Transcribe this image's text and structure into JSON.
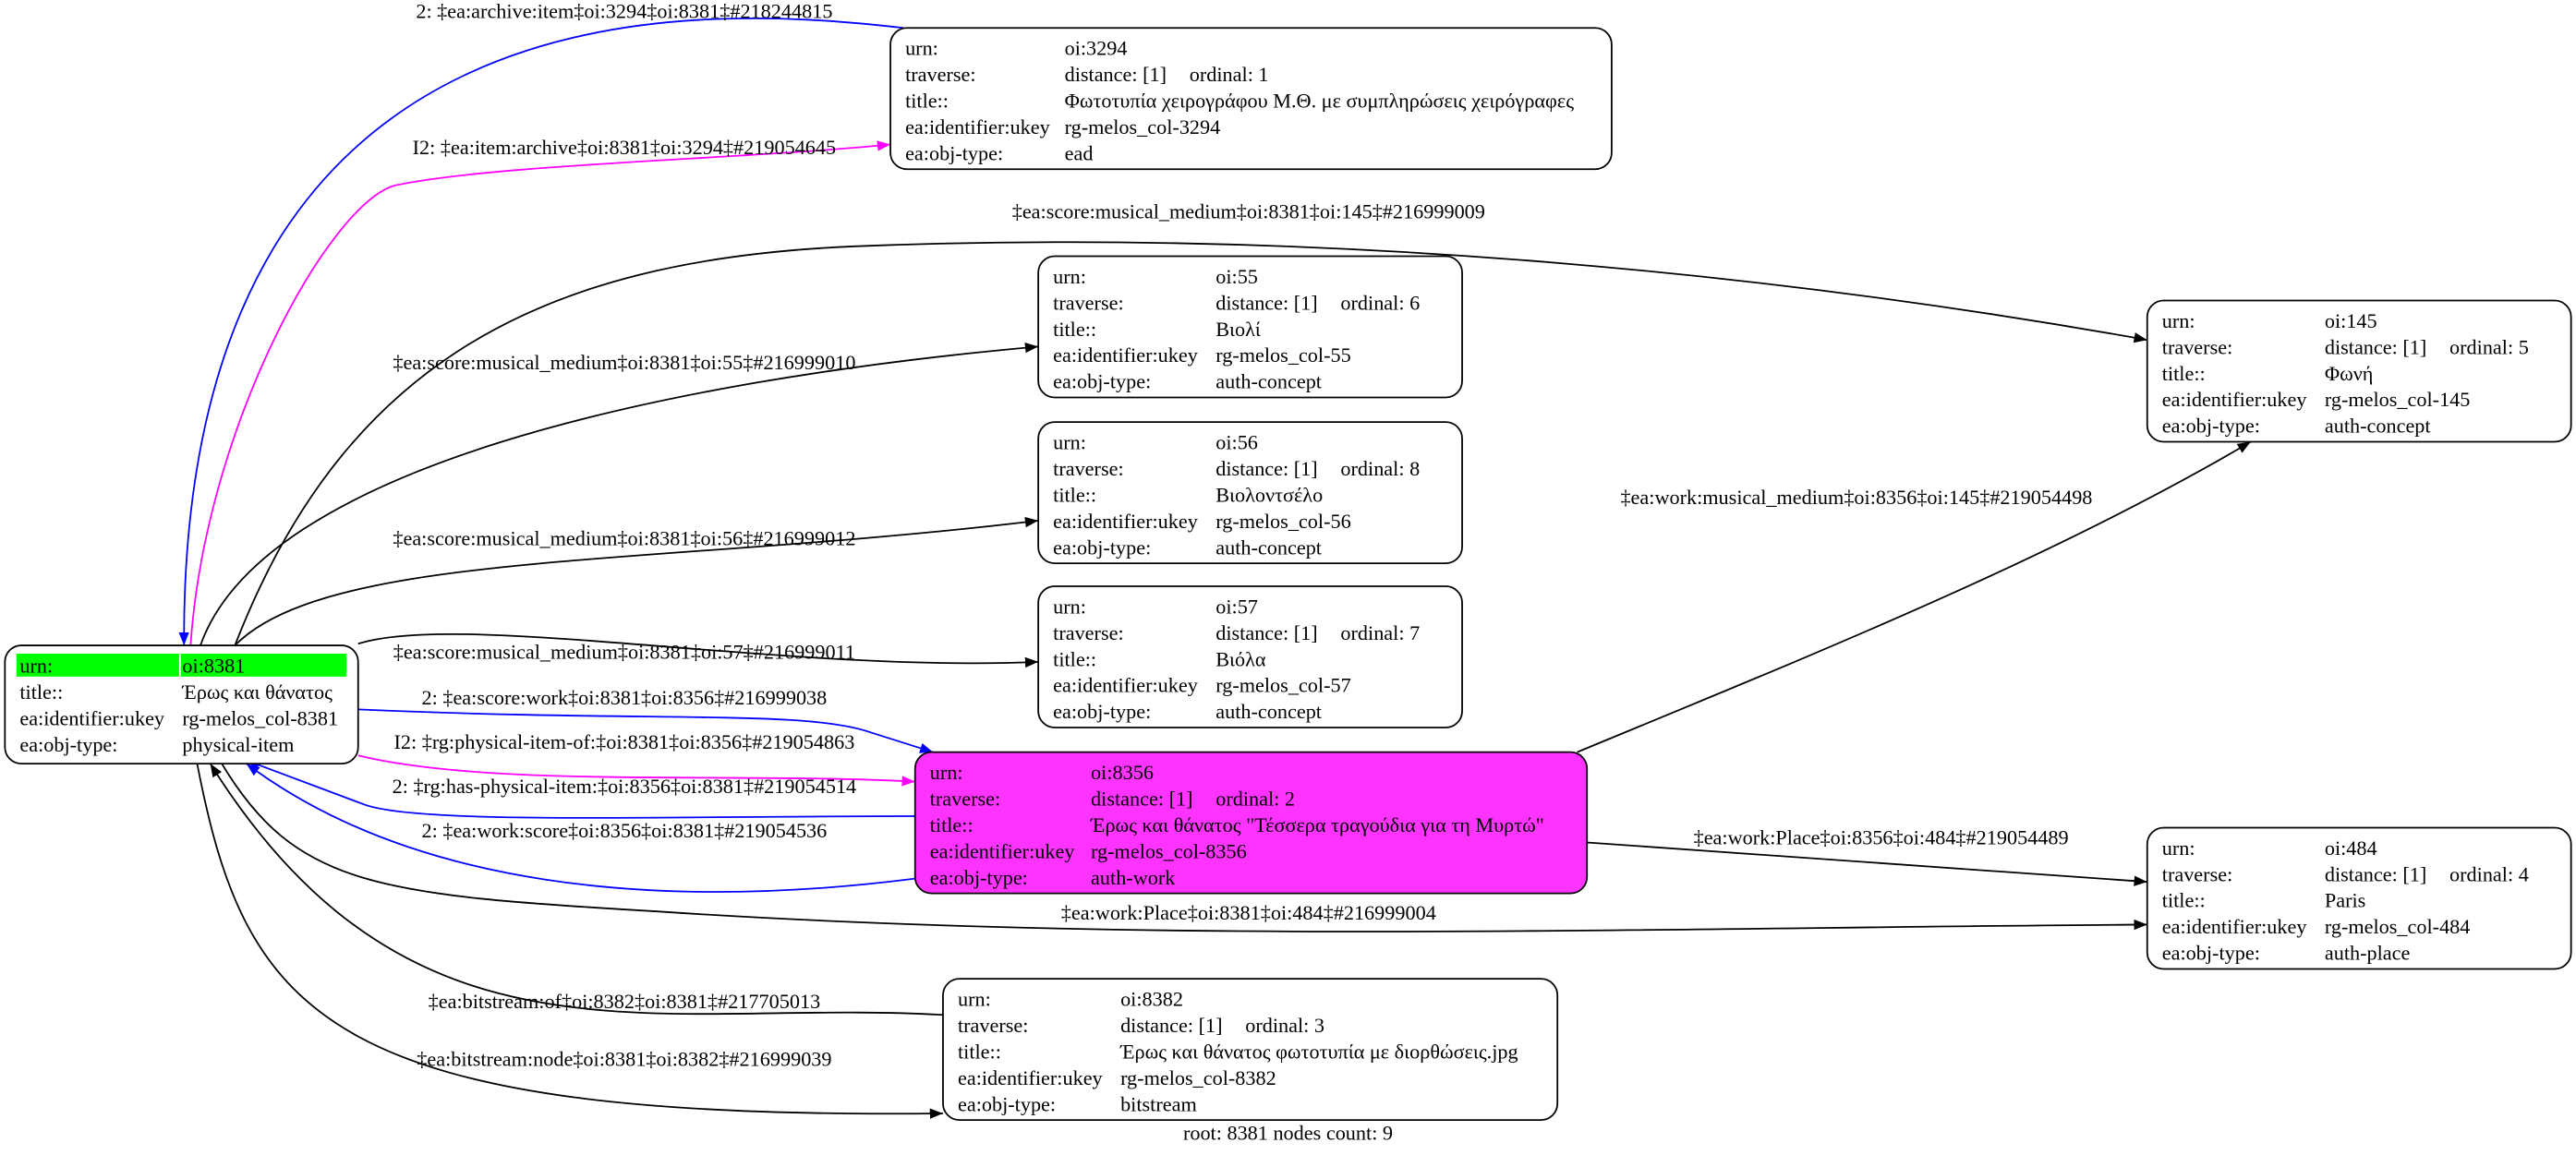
{
  "colors": {
    "black": "#000000",
    "blue": "#0000ff",
    "magenta": "#ff00ff",
    "root_highlight": "#00ff00",
    "focus_fill": "#ff33ff",
    "node_fill": "#ffffff"
  },
  "footer": "root: 8381 nodes count: 9",
  "nodes": [
    {
      "id": "n8381",
      "fill": "#ffffff",
      "rows": [
        {
          "label": "urn:",
          "value": "oi:8381",
          "highlight": true
        },
        {
          "label": "title::",
          "value": "Έρως και θάνατος"
        },
        {
          "label": "ea:identifier:ukey",
          "value": "rg-melos_col-8381"
        },
        {
          "label": "ea:obj-type:",
          "value": "physical-item"
        }
      ]
    },
    {
      "id": "n3294",
      "fill": "#ffffff",
      "rows": [
        {
          "label": "urn:",
          "value": "oi:3294"
        },
        {
          "label": "traverse:",
          "value": "distance: [1]",
          "extra": "ordinal: 1"
        },
        {
          "label": "title::",
          "value": "Φωτοτυπία χειρογράφου Μ.Θ. με συμπληρώσεις χειρόγραφες"
        },
        {
          "label": "ea:identifier:ukey",
          "value": "rg-melos_col-3294"
        },
        {
          "label": "ea:obj-type:",
          "value": "ead"
        }
      ]
    },
    {
      "id": "n55",
      "fill": "#ffffff",
      "rows": [
        {
          "label": "urn:",
          "value": "oi:55"
        },
        {
          "label": "traverse:",
          "value": "distance: [1]",
          "extra": "ordinal: 6"
        },
        {
          "label": "title::",
          "value": "Βιολί"
        },
        {
          "label": "ea:identifier:ukey",
          "value": "rg-melos_col-55"
        },
        {
          "label": "ea:obj-type:",
          "value": "auth-concept"
        }
      ]
    },
    {
      "id": "n56",
      "fill": "#ffffff",
      "rows": [
        {
          "label": "urn:",
          "value": "oi:56"
        },
        {
          "label": "traverse:",
          "value": "distance: [1]",
          "extra": "ordinal: 8"
        },
        {
          "label": "title::",
          "value": "Βιολοντσέλο"
        },
        {
          "label": "ea:identifier:ukey",
          "value": "rg-melos_col-56"
        },
        {
          "label": "ea:obj-type:",
          "value": "auth-concept"
        }
      ]
    },
    {
      "id": "n57",
      "fill": "#ffffff",
      "rows": [
        {
          "label": "urn:",
          "value": "oi:57"
        },
        {
          "label": "traverse:",
          "value": "distance: [1]",
          "extra": "ordinal: 7"
        },
        {
          "label": "title::",
          "value": "Βιόλα"
        },
        {
          "label": "ea:identifier:ukey",
          "value": "rg-melos_col-57"
        },
        {
          "label": "ea:obj-type:",
          "value": "auth-concept"
        }
      ]
    },
    {
      "id": "n145",
      "fill": "#ffffff",
      "rows": [
        {
          "label": "urn:",
          "value": "oi:145"
        },
        {
          "label": "traverse:",
          "value": "distance: [1]",
          "extra": "ordinal: 5"
        },
        {
          "label": "title::",
          "value": "Φωνή"
        },
        {
          "label": "ea:identifier:ukey",
          "value": "rg-melos_col-145"
        },
        {
          "label": "ea:obj-type:",
          "value": "auth-concept"
        }
      ]
    },
    {
      "id": "n8356",
      "fill": "#ff33ff",
      "rows": [
        {
          "label": "urn:",
          "value": "oi:8356"
        },
        {
          "label": "traverse:",
          "value": "distance: [1]",
          "extra": "ordinal: 2"
        },
        {
          "label": "title::",
          "value": "Έρως και θάνατος \"Τέσσερα τραγούδια για τη Μυρτώ\""
        },
        {
          "label": "ea:identifier:ukey",
          "value": "rg-melos_col-8356"
        },
        {
          "label": "ea:obj-type:",
          "value": "auth-work"
        }
      ]
    },
    {
      "id": "n484",
      "fill": "#ffffff",
      "rows": [
        {
          "label": "urn:",
          "value": "oi:484"
        },
        {
          "label": "traverse:",
          "value": "distance: [1]",
          "extra": "ordinal: 4"
        },
        {
          "label": "title::",
          "value": "Paris"
        },
        {
          "label": "ea:identifier:ukey",
          "value": "rg-melos_col-484"
        },
        {
          "label": "ea:obj-type:",
          "value": "auth-place"
        }
      ]
    },
    {
      "id": "n8382",
      "fill": "#ffffff",
      "rows": [
        {
          "label": "urn:",
          "value": "oi:8382"
        },
        {
          "label": "traverse:",
          "value": "distance: [1]",
          "extra": "ordinal: 3"
        },
        {
          "label": "title::",
          "value": "Έρως και θάνατος φωτοτυπία με διορθώσεις.jpg"
        },
        {
          "label": "ea:identifier:ukey",
          "value": "rg-melos_col-8382"
        },
        {
          "label": "ea:obj-type:",
          "value": "bitstream"
        }
      ]
    }
  ],
  "edges": [
    {
      "label": "2: ‡ea:archive:item‡oi:3294‡oi:8381‡#218244815",
      "color": "#0000ff",
      "from": "n3294",
      "to": "n8381"
    },
    {
      "label": "I2: ‡ea:item:archive‡oi:8381‡oi:3294‡#219054645",
      "color": "#ff00ff",
      "from": "n8381",
      "to": "n3294"
    },
    {
      "label": "‡ea:score:musical_medium‡oi:8381‡oi:145‡#216999009",
      "color": "#000000",
      "from": "n8381",
      "to": "n145"
    },
    {
      "label": "‡ea:score:musical_medium‡oi:8381‡oi:55‡#216999010",
      "color": "#000000",
      "from": "n8381",
      "to": "n55"
    },
    {
      "label": "‡ea:score:musical_medium‡oi:8381‡oi:56‡#216999012",
      "color": "#000000",
      "from": "n8381",
      "to": "n56"
    },
    {
      "label": "‡ea:score:musical_medium‡oi:8381‡oi:57‡#216999011",
      "color": "#000000",
      "from": "n8381",
      "to": "n57"
    },
    {
      "label": "2: ‡ea:score:work‡oi:8381‡oi:8356‡#216999038",
      "color": "#0000ff",
      "from": "n8381",
      "to": "n8356"
    },
    {
      "label": "I2: ‡rg:physical-item-of:‡oi:8381‡oi:8356‡#219054863",
      "color": "#ff00ff",
      "from": "n8381",
      "to": "n8356"
    },
    {
      "label": "2: ‡rg:has-physical-item:‡oi:8356‡oi:8381‡#219054514",
      "color": "#0000ff",
      "from": "n8356",
      "to": "n8381"
    },
    {
      "label": "2: ‡ea:work:score‡oi:8356‡oi:8381‡#219054536",
      "color": "#0000ff",
      "from": "n8356",
      "to": "n8381"
    },
    {
      "label": "‡ea:work:musical_medium‡oi:8356‡oi:145‡#219054498",
      "color": "#000000",
      "from": "n8356",
      "to": "n145"
    },
    {
      "label": "‡ea:work:Place‡oi:8356‡oi:484‡#219054489",
      "color": "#000000",
      "from": "n8356",
      "to": "n484"
    },
    {
      "label": "‡ea:work:Place‡oi:8381‡oi:484‡#216999004",
      "color": "#000000",
      "from": "n8381",
      "to": "n484"
    },
    {
      "label": "‡ea:bitstream:of‡oi:8382‡oi:8381‡#217705013",
      "color": "#000000",
      "from": "n8382",
      "to": "n8381"
    },
    {
      "label": "‡ea:bitstream:node‡oi:8381‡oi:8382‡#216999039",
      "color": "#000000",
      "from": "n8381",
      "to": "n8382"
    }
  ]
}
